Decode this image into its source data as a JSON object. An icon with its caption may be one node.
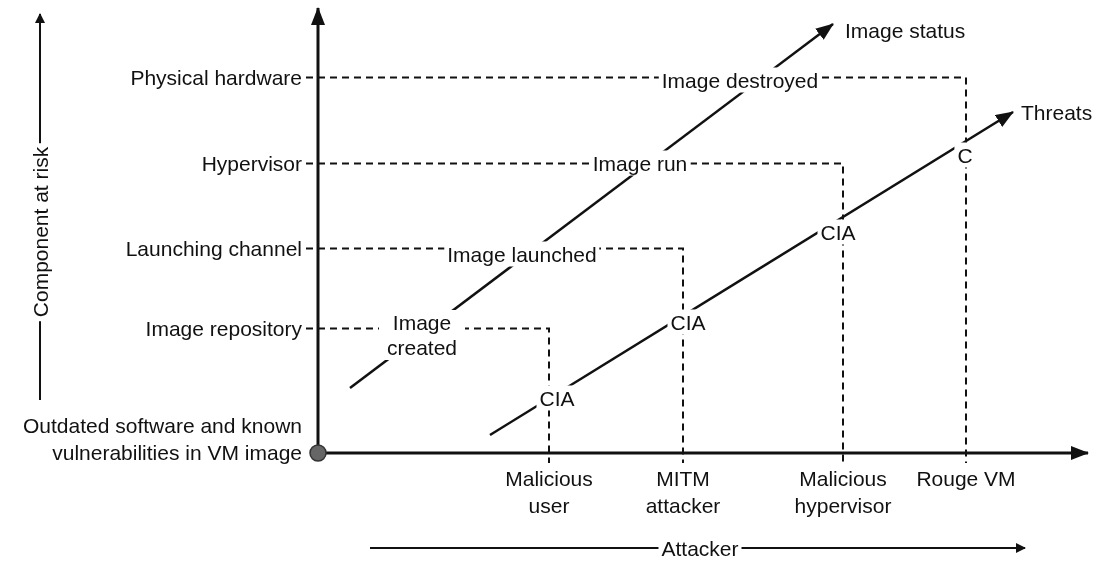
{
  "diagram": {
    "nodes": [
      {
        "text": [
          "Physical hardware"
        ]
      },
      {
        "text": [
          "Hypervisor"
        ]
      },
      {
        "text": [
          "Launching channel"
        ]
      },
      {
        "text": [
          "Image repository"
        ]
      },
      {
        "text": [
          "Outdated software and known vulnerabilities in VM image"
        ]
      },
      {
        "text": [
          "Malicious user"
        ]
      },
      {
        "text": [
          "MITM attacker"
        ]
      },
      {
        "text": [
          "Malicious hypervisor"
        ]
      },
      {
        "text": [
          "Rouge VM"
        ]
      }
    ],
    "edges": [
      {
        "from": 0,
        "to": 8,
        "arrow": "none",
        "style": "dashed"
      },
      {
        "from": 1,
        "to": 7,
        "arrow": "none",
        "style": "dashed"
      },
      {
        "from": 2,
        "to": 6,
        "arrow": "none",
        "style": "dashed"
      },
      {
        "from": 3,
        "to": 5,
        "arrow": "none",
        "style": "dashed"
      }
    ],
    "labels": [
      "Image status",
      "Image destroyed",
      "Threats",
      "C",
      "Image run",
      "CIA",
      "Image launched",
      "CIA",
      "Image created",
      "CIA",
      "Component at risk",
      "Attacker"
    ]
  }
}
